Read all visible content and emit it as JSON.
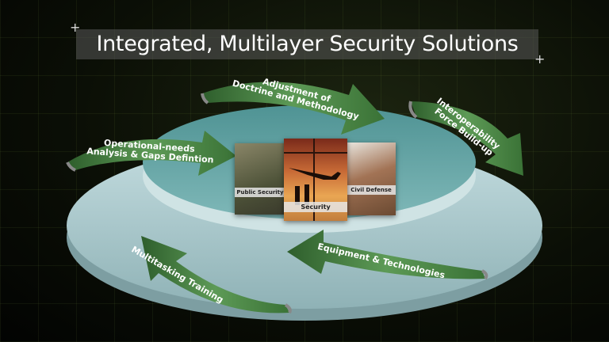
{
  "title": "Integrated, Multilayer Security Solutions",
  "cards": [
    {
      "label": "Public Security"
    },
    {
      "label": "Security"
    },
    {
      "label": "Civil Defense"
    }
  ],
  "arrows": {
    "operational": [
      "Operational-needs",
      "Analysis & Gaps Defintion"
    ],
    "doctrine": [
      "Adjustment of",
      "Doctrine and Methodology"
    ],
    "interop": [
      "Interoperability",
      "Force Build-up"
    ],
    "equipment": [
      "Equipment & Technologies"
    ],
    "training": [
      "Multitasking Training"
    ]
  },
  "colors": {
    "arrow": "#3f7a3c",
    "platform_top": "#5e9fa0",
    "platform_base": "#a9c9cc"
  }
}
